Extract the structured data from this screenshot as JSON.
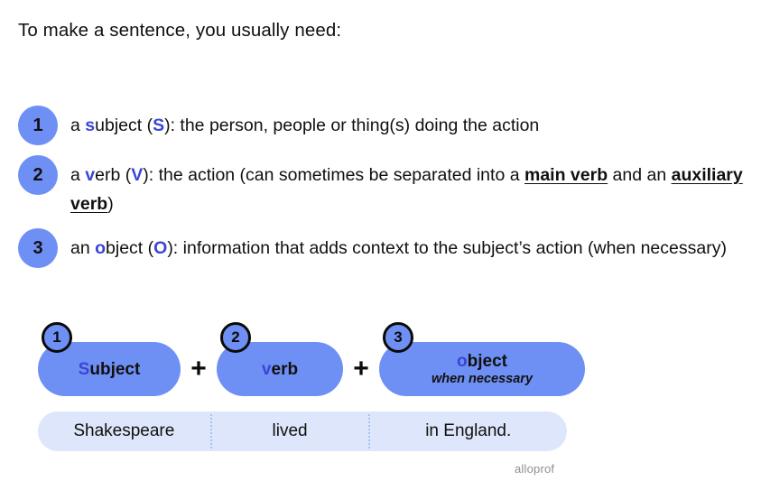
{
  "intro": "To make a sentence, you usually need:",
  "list": [
    {
      "number": "1",
      "pre": "a ",
      "hl1": "s",
      "mid1": "ubject (",
      "hl2": "S",
      "post": "): the person, people or thing(s) doing the action"
    },
    {
      "number": "2",
      "pre": "a ",
      "hl1": "v",
      "mid1": "erb (",
      "hl2": "V",
      "mid2": "): the action (can sometimes be separated into a ",
      "bold1": "main verb",
      "mid3": " and an ",
      "bold2": "auxiliary verb",
      "post": ")"
    },
    {
      "number": "3",
      "pre": "an ",
      "hl1": "o",
      "mid1": "bject (",
      "hl2": "O",
      "post": "): information that adds context to the subject’s action (when necessary)"
    }
  ],
  "diagram": {
    "operator": "+",
    "pills": [
      {
        "badge": "1",
        "hl": "S",
        "label": "ubject",
        "sub": ""
      },
      {
        "badge": "2",
        "hl": "v",
        "label": "erb",
        "sub": ""
      },
      {
        "badge": "3",
        "hl": "o",
        "label": "bject",
        "sub": "when necessary"
      }
    ]
  },
  "example": {
    "subject": "Shakespeare",
    "verb": "lived",
    "object": "in England."
  },
  "watermark": "alloprof",
  "colors": {
    "pill_blue": "#6e90f5",
    "accent_blue": "#3b45d4",
    "example_bar": "#dde6fb",
    "divider": "#a9c2f2",
    "text": "#12100e",
    "watermark": "#8d8f94"
  }
}
